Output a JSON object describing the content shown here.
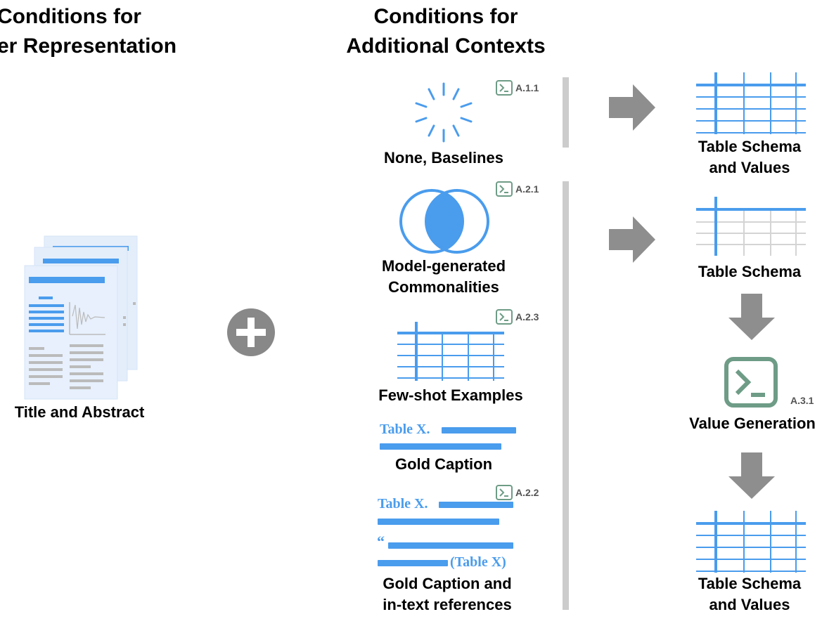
{
  "headings": {
    "left_line1": "Conditions for",
    "left_line2": "er Representation",
    "right_line1": "Conditions for",
    "right_line2": "Additional Contexts"
  },
  "input": {
    "label": "Title and Abstract"
  },
  "conditions": {
    "none": {
      "label": "None, Baselines",
      "tag": "A.1.1"
    },
    "model_generated": {
      "label_line1": "Model-generated",
      "label_line2": "Commonalities",
      "tag": "A.2.1"
    },
    "few_shot": {
      "label": "Few-shot Examples",
      "tag": "A.2.3"
    },
    "gold_caption": {
      "label": "Gold Caption",
      "caption_text": "Table X."
    },
    "gold_caption_refs": {
      "label_line1": "Gold Caption and",
      "label_line2": "in-text references",
      "tag": "A.2.2",
      "caption_text": "Table X.",
      "quote_mark": "“",
      "ref_text": "(Table X)"
    }
  },
  "outputs": {
    "top": {
      "line1": "Table Schema",
      "line2": "and Values"
    },
    "schema": {
      "label": "Table Schema"
    },
    "value_gen": {
      "label": "Value Generation",
      "tag": "A.3.1"
    },
    "bottom": {
      "line1": "Table Schema",
      "line2": "and Values"
    }
  },
  "colors": {
    "blue": "#4a9ced",
    "gray_arrow": "#8e8e8e",
    "green_icon": "#6e9c86",
    "divider": "#cccccc",
    "doc_bg": "#e4eefb"
  }
}
